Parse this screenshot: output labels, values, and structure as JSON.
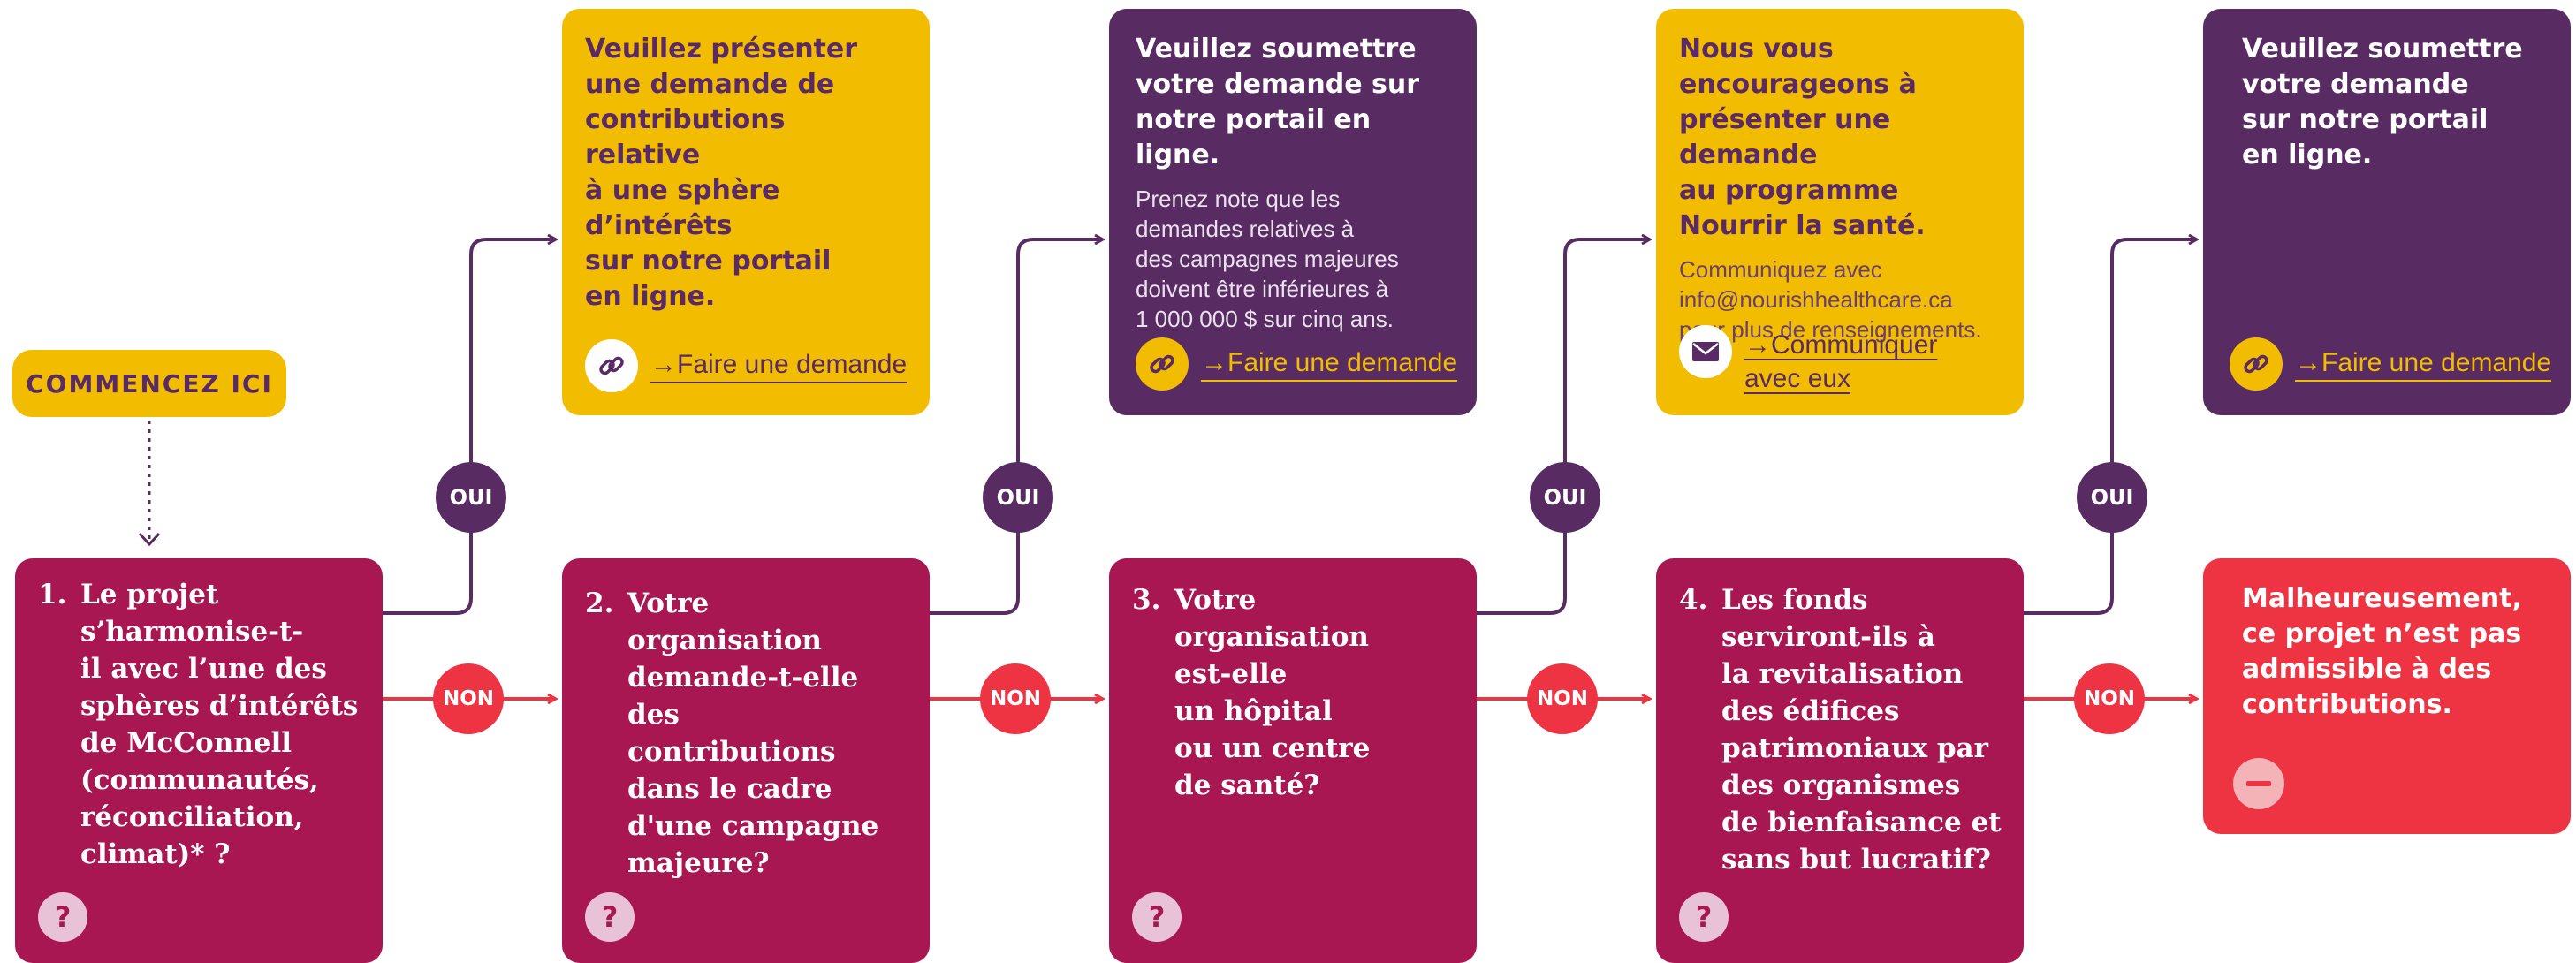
{
  "start_label": "COMMENCEZ ICI",
  "oui_label": "OUI",
  "non_label": "NON",
  "colors": {
    "yellow": "#f2bc00",
    "purple": "#582c62",
    "magenta": "#a81752",
    "red": "#ee3342"
  },
  "help_symbol": "?",
  "questions": [
    {
      "num": "1.",
      "text": "Le projet\ns’harmonise-t-\nil avec l’une des\nsphères d’intérêts\nde McConnell\n(communautés,\nréconciliation,\nclimat)* ?"
    },
    {
      "num": "2.",
      "text": "Votre organisation\ndemande-t-elle des\ncontributions\ndans le cadre\nd'une campagne\nmajeure?"
    },
    {
      "num": "3.",
      "text": "Votre\norganisation\nest-elle\nun hôpital\nou un centre\nde santé?"
    },
    {
      "num": "4.",
      "text": "Les fonds\nserviront-ils à\nla revitalisation\ndes édifices\npatrimoniaux par\ndes organismes\nde bienfaisance et\nsans but lucratif?"
    }
  ],
  "outcomes": [
    {
      "title": "Veuillez présenter\nune demande de\ncontributions relative\nà une sphère d’intérêts\nsur notre portail\nen ligne.",
      "note": "",
      "action_icon": "link-icon",
      "action_label": "→Faire une demande"
    },
    {
      "title": "Veuillez soumettre\nvotre demande sur\nnotre portail en ligne.",
      "note": "Prenez note que les\ndemandes relatives à\ndes campagnes majeures\ndoivent être inférieures à\n1 000 000 $ sur cinq ans.",
      "action_icon": "link-icon",
      "action_label": "→Faire une demande"
    },
    {
      "title": "Nous vous\nencourageons à\nprésenter une demande\nau programme\nNourrir la santé.",
      "note": "Communiquez avec\ninfo@nourishhealthcare.ca\npour plus de renseignements.",
      "action_icon": "mail-icon",
      "action_label": "→Communiquer\navec eux"
    },
    {
      "title": "Veuillez soumettre\nvotre demande\nsur notre portail\nen ligne.",
      "note": "",
      "action_icon": "link-icon",
      "action_label": "→Faire une demande"
    }
  ],
  "final": {
    "text": "Malheureusement,\nce projet n’est pas\nadmissible à des\ncontributions.",
    "icon": "minus-icon"
  }
}
